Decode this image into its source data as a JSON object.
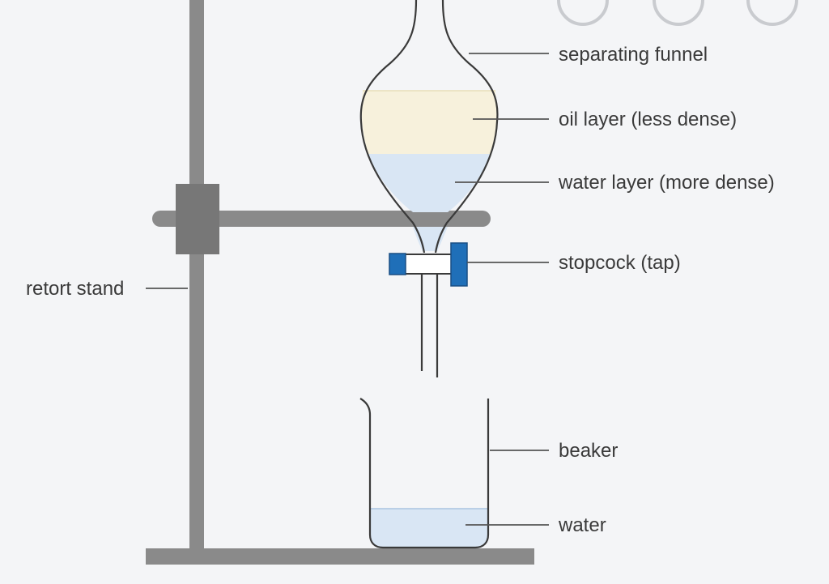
{
  "labels": {
    "separating_funnel": "separating funnel",
    "oil_layer": "oil layer (less dense)",
    "water_layer": "water layer (more dense)",
    "stopcock": "stopcock (tap)",
    "retort_stand": "retort stand",
    "beaker": "beaker",
    "water": "water"
  },
  "colors": {
    "background": "#f4f5f7",
    "stand": "#8a8a8a",
    "clamp": "#777777",
    "glass_outline": "#3a3a3a",
    "oil": "#f7f1dc",
    "water": "#d9e6f4",
    "stopcock_blue": "#1f6fb8",
    "label_text": "#3a3a3a"
  }
}
